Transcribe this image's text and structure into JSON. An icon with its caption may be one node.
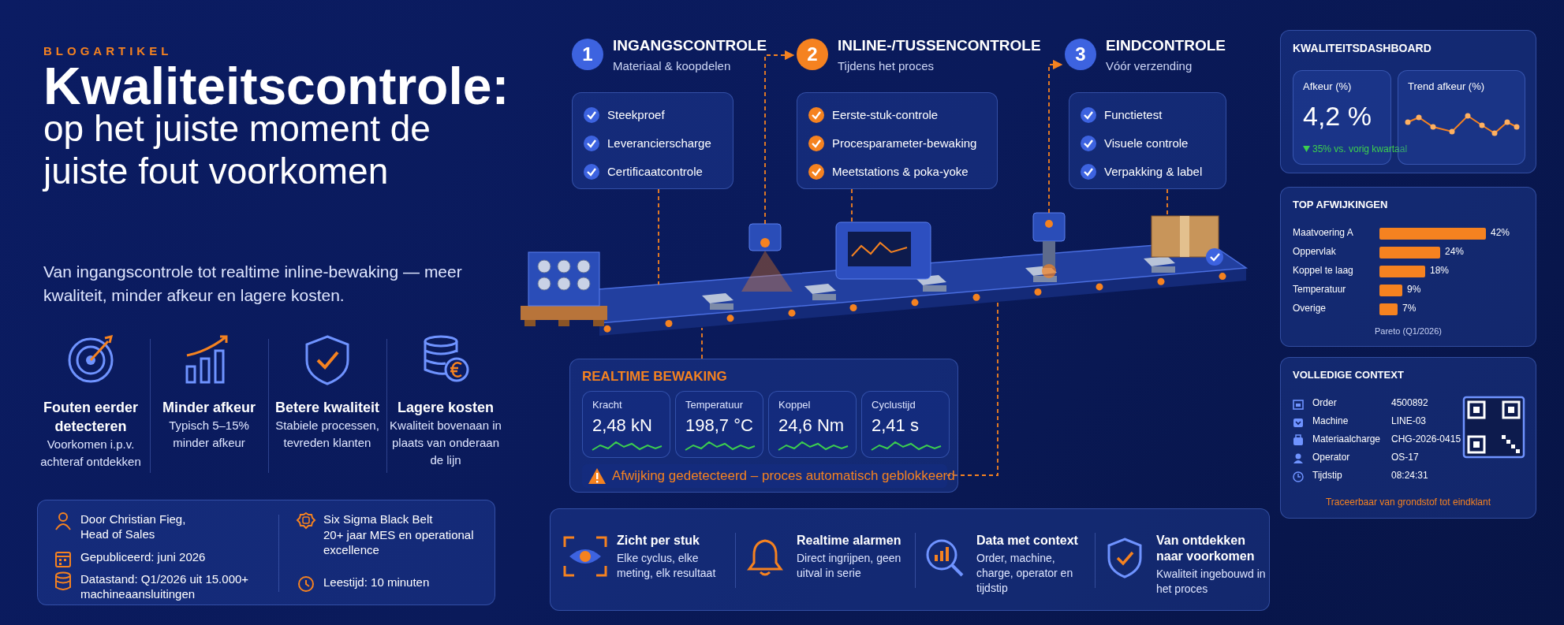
{
  "diagram": {
    "title": "**Kwaliteitscontrole:** op het juiste moment de juiste fout voorkomen",
    "nodes": [
      {
        "text": [
          "1",
          "INGANGSCONTROLE",
          "Materiaal & koopdelen"
        ]
      },
      {
        "text": [
          "Steekproef",
          "Leverancierscharge",
          "Certificaatcontrole"
        ]
      },
      {
        "text": [
          "2",
          "INLINE-/TUSSENCONTROLE",
          "Tijdens het proces"
        ]
      },
      {
        "text": [
          "Eerste-stuk-controle",
          "Procesparameter-bewaking",
          "Meetstations & poka-yoke"
        ]
      },
      {
        "text": [
          "3",
          "EINDCONTROLE",
          "Vóór verzending"
        ]
      },
      {
        "text": [
          "Functietest",
          "Visuele controle",
          "Verpakking & label"
        ]
      },
      {
        "text": [],
        "shape": "picture"
      },
      {
        "text": [
          "REALTIME BEWAKING"
        ]
      },
      {
        "text": [
          "Kracht",
          "2,48 kN"
        ],
        "in": 7
      },
      {
        "text": [
          "Temperatuur",
          "198,7 °C"
        ],
        "in": 7
      },
      {
        "text": [
          "Koppel",
          "24,6 Nm"
        ],
        "in": 7
      },
      {
        "text": [
          "Cyclustijd",
          "2,41 s"
        ],
        "in": 7
      },
      {
        "text": [
          "Afwijking gedetecteerd – proces automatisch geblokkeerd"
        ],
        "in": 7
      },
      {
        "text": [
          "Zicht per stuk",
          "Elke cyclus, elke meting, elk resultaat",
          "Realtime alarmen",
          "Direct ingrijpen, geen uitval in serie",
          "Data met context",
          "Order, machine, charge, operator en tijdstip",
          "Van ontdekken naar voorkomen",
          "Kwaliteit ingebouwd in het proces"
        ]
      },
      {
        "text": [
          "KWALITEITSDASHBOARD"
        ]
      },
      {
        "text": [
          "Afkeur (%)",
          "4,2 %",
          "35% vs. vorig kwartaal"
        ],
        "in": 14
      },
      {
        "text": [
          "Trend afkeur (%)"
        ],
        "in": 14
      },
      {
        "text": [
          "TOP AFWIJKINGEN",
          "Pareto (Q1/2026)"
        ]
      },
      {
        "text": [
          "VOLLEDIGE CONTEXT",
          "Order",
          "4500892",
          "Machine",
          "LINE-03",
          "Materiaalcharge",
          "CHG-2026-0415",
          "Operator",
          "OS-17",
          "Tijdstip",
          "08:24:31",
          "Traceerbaar van grondstof tot eindklant"
        ]
      },
      {
        "text": [
          "Door Christian Fieg, Head of Sales",
          "Gepubliceerd: juni 2026",
          "Datastand: Q1/2026 uit 15.000+ machineaansluitingen",
          "Six Sigma Black Belt",
          "20+ jaar MES en operational excellence",
          "Leestijd: 10 minuten"
        ]
      }
    ],
    "edges": [
      {
        "from": 1,
        "to": 6,
        "arrow": "none",
        "style": "dashed"
      },
      {
        "from": 3,
        "to": 6,
        "arrow": "none",
        "style": "dashed"
      },
      {
        "from": 5,
        "to": 6,
        "arrow": "none",
        "style": "dashed"
      },
      {
        "from": 6,
        "to": 2,
        "arrow": "to",
        "style": "dashed"
      },
      {
        "from": 6,
        "to": 4,
        "arrow": "to",
        "style": "dashed"
      },
      {
        "from": 7,
        "to": 6,
        "arrow": "none",
        "style": "dashed"
      },
      {
        "from": 12,
        "to": 6,
        "arrow": "none",
        "style": "dashed"
      }
    ],
    "labels": [
      "BLOGARTIKEL",
      "Van ingangscontrole tot realtime inline-bewaking — meer kwaliteit, minder afkeur en lagere kosten.",
      "Fouten eerder detecteren",
      "Voorkomen i.p.v. achteraf ontdekken",
      "Minder afkeur",
      "Typisch 5–15% minder afkeur",
      "Betere kwaliteit",
      "Stabiele processen, tevreden klanten",
      "Lagere kosten",
      "Kwaliteit bovenaan in plaats van onderaan de lijn"
    ],
    "chart_data": {
      "type": "bar",
      "orientation": "horizontal",
      "categories": [
        "Maatvoering A",
        "Oppervlak",
        "Koppel te laag",
        "Temperatuur",
        "Overige"
      ],
      "values": [
        42,
        24,
        18,
        9,
        7
      ],
      "value_labels": [
        "42%",
        "24%",
        "18%",
        "9%",
        "7%"
      ]
    }
  }
}
